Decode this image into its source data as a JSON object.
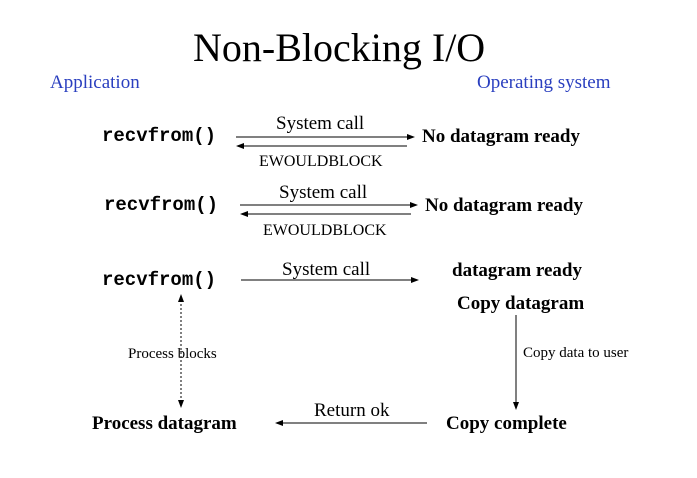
{
  "title": "Non-Blocking I/O",
  "labels": {
    "application": "Application",
    "os": "Operating system"
  },
  "rows": [
    {
      "call": "recvfrom()",
      "request": "System call",
      "reply": "EWOULDBLOCK",
      "state": "No datagram ready"
    },
    {
      "call": "recvfrom()",
      "request": "System call",
      "reply": "EWOULDBLOCK",
      "state": "No datagram ready"
    },
    {
      "call": "recvfrom()",
      "request": "System call",
      "state": "datagram ready"
    }
  ],
  "copy_datagram": "Copy datagram",
  "process_blocks": "Process blocks",
  "copy_to_user": "Copy data to user",
  "return_ok": "Return ok",
  "process_datagram": "Process datagram",
  "copy_complete": "Copy complete",
  "colors": {
    "accent": "#2a3fbf",
    "text": "#000000",
    "line": "#000000"
  }
}
